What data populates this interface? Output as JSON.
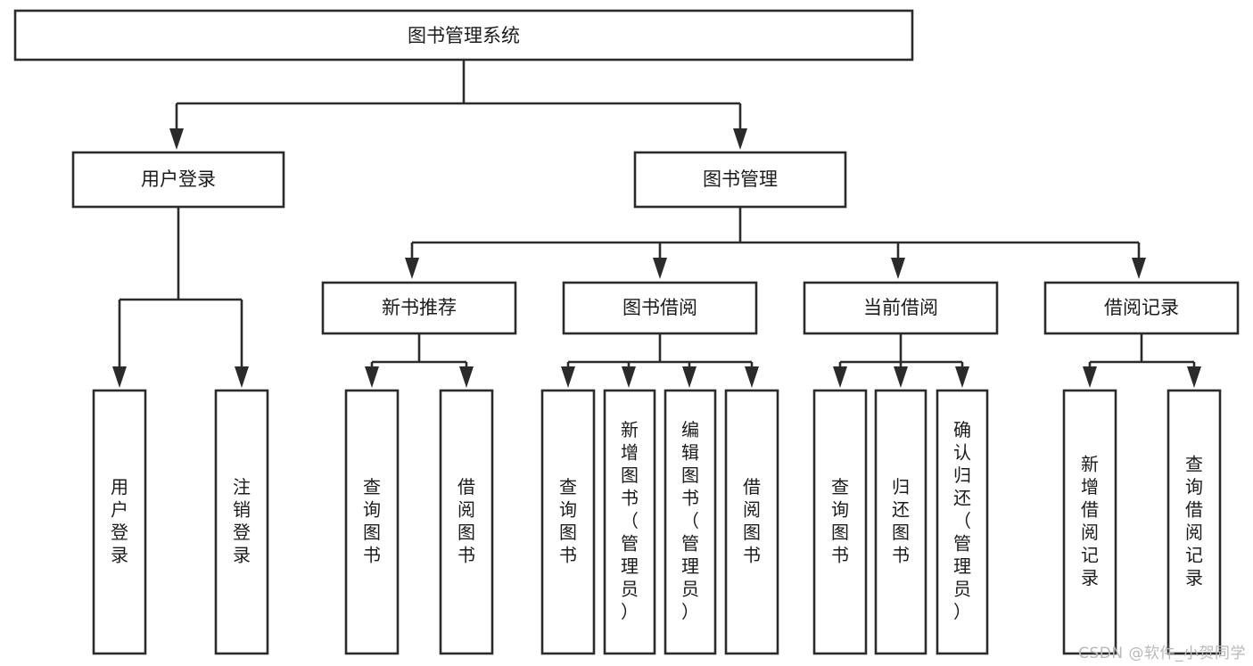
{
  "diagram": {
    "title": "图书管理系统",
    "type": "tree-hierarchy-chart",
    "colors": {
      "stroke": "#2b2b2b",
      "fill": "#ffffff",
      "text": "#1b1b1b",
      "background": "#ffffff",
      "watermark": "#b8b8b8"
    },
    "root": {
      "label": "图书管理系统"
    },
    "level2": [
      {
        "label": "用户登录"
      },
      {
        "label": "图书管理"
      }
    ],
    "level3": [
      {
        "label": "新书推荐"
      },
      {
        "label": "图书借阅"
      },
      {
        "label": "当前借阅"
      },
      {
        "label": "借阅记录"
      }
    ],
    "leaves": {
      "user_login": [
        {
          "label": "用户登录"
        },
        {
          "label": "注销登录"
        }
      ],
      "new_book_recommend": [
        {
          "label": "查询图书"
        },
        {
          "label": "借阅图书"
        }
      ],
      "book_borrow": [
        {
          "label": "查询图书"
        },
        {
          "label": "新增图书（管理员）"
        },
        {
          "label": "编辑图书（管理员）"
        },
        {
          "label": "借阅图书"
        }
      ],
      "current_borrow": [
        {
          "label": "查询图书"
        },
        {
          "label": "归还图书"
        },
        {
          "label": "确认归还（管理员）"
        }
      ],
      "borrow_record": [
        {
          "label": "新增借阅记录"
        },
        {
          "label": "查询借阅记录"
        }
      ]
    }
  },
  "watermark": {
    "text": "CSDN @软件_小贺同学"
  }
}
